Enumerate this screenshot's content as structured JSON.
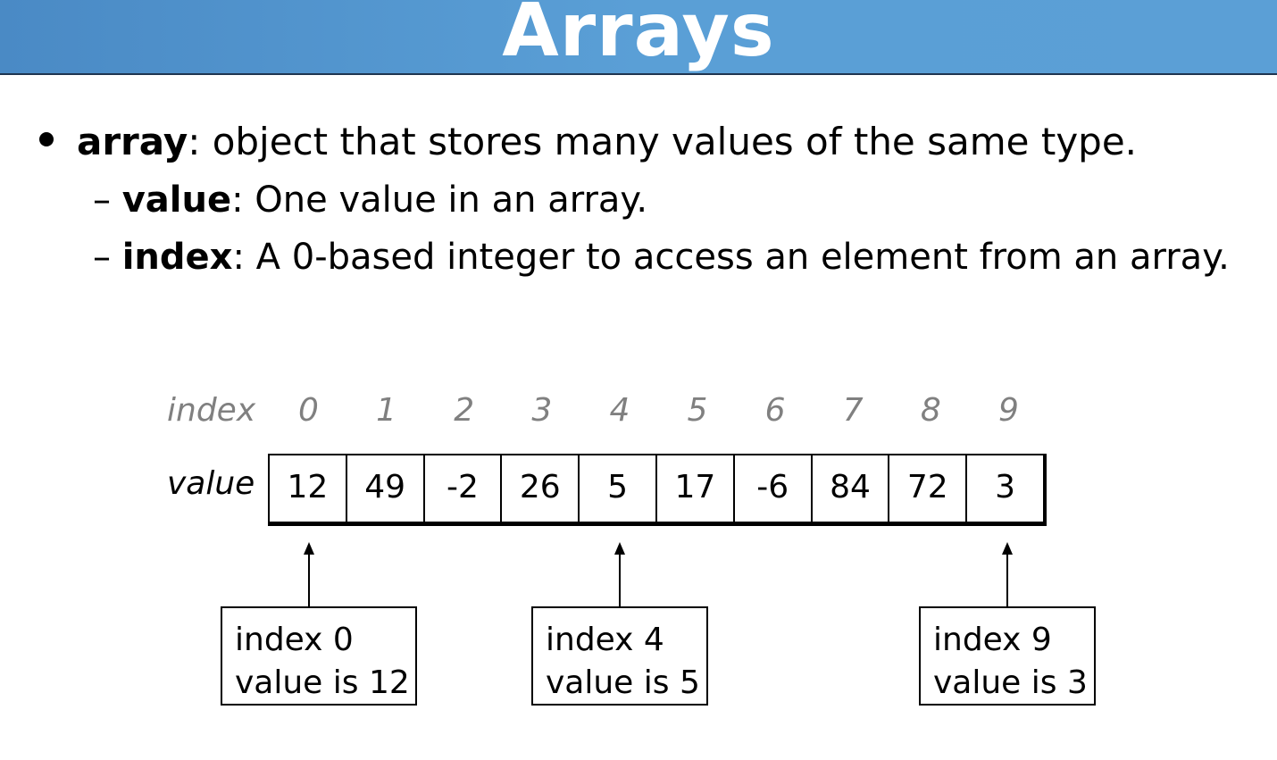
{
  "title": "Arrays",
  "bullets": {
    "main": {
      "term": "array",
      "text": ": object that stores many values of the same type."
    },
    "subs": [
      {
        "dash": "–",
        "term": "value",
        "text": ": One value in an array."
      },
      {
        "dash": "–",
        "term": "index",
        "text": ": A 0-based integer to access an element from an array."
      }
    ]
  },
  "diagram": {
    "index_label": "index",
    "value_label": "value",
    "indices": [
      "0",
      "1",
      "2",
      "3",
      "4",
      "5",
      "6",
      "7",
      "8",
      "9"
    ],
    "values": [
      "12",
      "49",
      "-2",
      "26",
      "5",
      "17",
      "-6",
      "84",
      "72",
      "3"
    ],
    "callouts": [
      {
        "line1": "index 0",
        "line2": "value is 12"
      },
      {
        "line1": "index 4",
        "line2": "value is 5"
      },
      {
        "line1": "index 9",
        "line2": "value is 3"
      }
    ]
  }
}
